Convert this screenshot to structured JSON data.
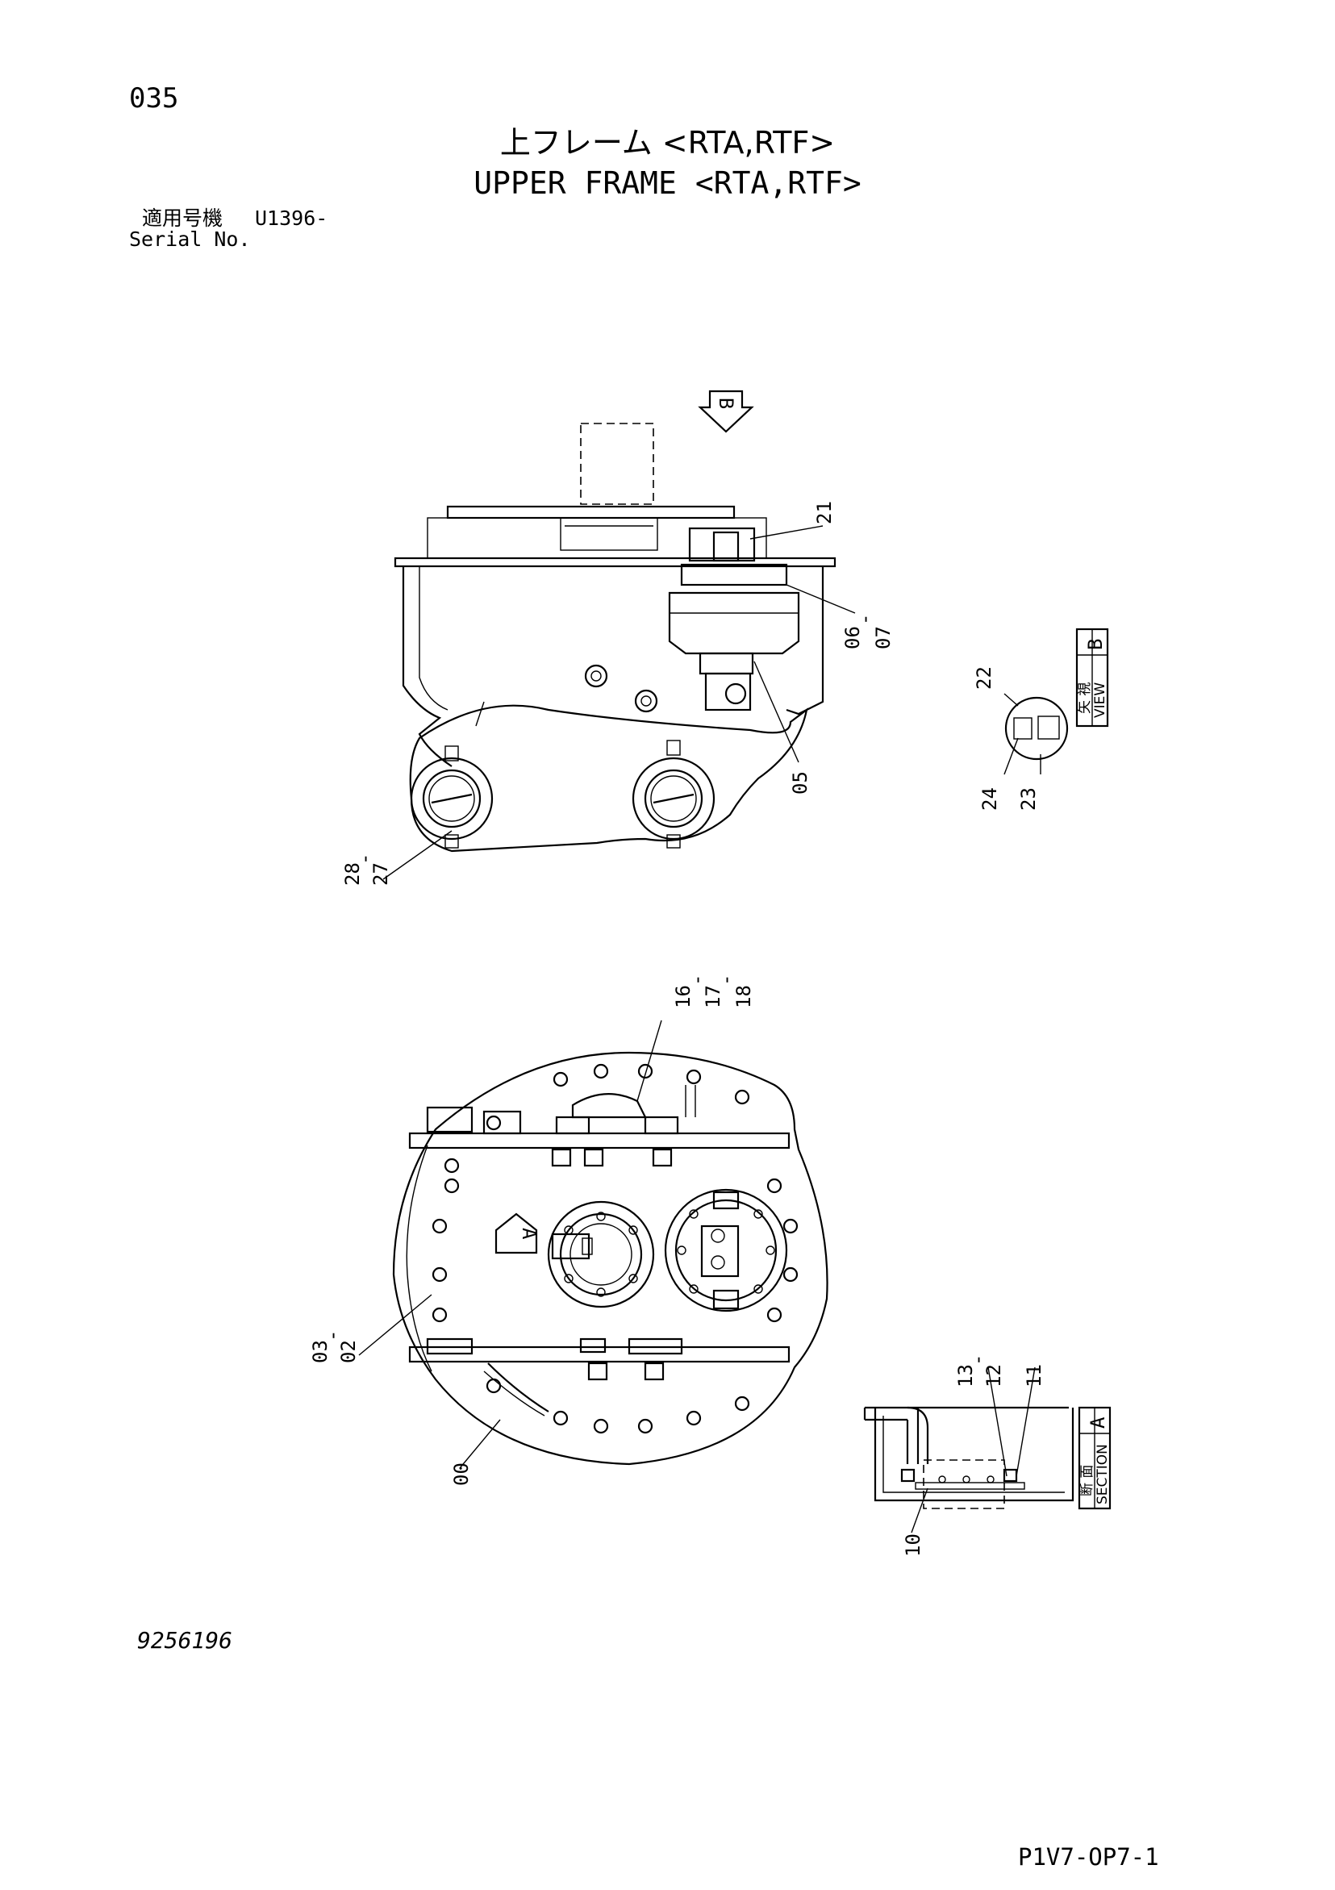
{
  "page": {
    "page_number": "035",
    "title_jp": "上フレーム <RTA,RTF>",
    "title_en": "UPPER FRAME <RTA,RTF>",
    "serial_label_jp": "適用号機",
    "serial_value": "U1396-",
    "serial_label_en": "Serial No.",
    "drawing_number": "9256196",
    "sheet_code": "P1V7-OP7-1"
  },
  "views": {
    "view_b": {
      "label_jp": "矢 視",
      "label_en": "VIEW",
      "letter": "B"
    },
    "section_a": {
      "label_jp": "断 面",
      "label_en": "SECTION",
      "letter": "A"
    },
    "arrow_b_letter": "B",
    "arrow_a_letter": "A"
  },
  "callouts": [
    {
      "id": "c21",
      "text": "21"
    },
    {
      "id": "c06",
      "text": "06"
    },
    {
      "id": "c06dash",
      "text": "-"
    },
    {
      "id": "c07",
      "text": "07"
    },
    {
      "id": "c05",
      "text": "05"
    },
    {
      "id": "c28",
      "text": "28"
    },
    {
      "id": "c28dash",
      "text": "-"
    },
    {
      "id": "c27",
      "text": "27"
    },
    {
      "id": "c22",
      "text": "22"
    },
    {
      "id": "c24",
      "text": "24"
    },
    {
      "id": "c23",
      "text": "23"
    },
    {
      "id": "c16",
      "text": "16"
    },
    {
      "id": "c16dash",
      "text": "-"
    },
    {
      "id": "c17",
      "text": "17"
    },
    {
      "id": "c17dash",
      "text": "-"
    },
    {
      "id": "c18",
      "text": "18"
    },
    {
      "id": "c03",
      "text": "03"
    },
    {
      "id": "c03dash",
      "text": "-"
    },
    {
      "id": "c02",
      "text": "02"
    },
    {
      "id": "c00",
      "text": "00"
    },
    {
      "id": "c13",
      "text": "13"
    },
    {
      "id": "c13dash",
      "text": "-"
    },
    {
      "id": "c12",
      "text": "12"
    },
    {
      "id": "c11",
      "text": "11"
    },
    {
      "id": "c10",
      "text": "10"
    }
  ]
}
